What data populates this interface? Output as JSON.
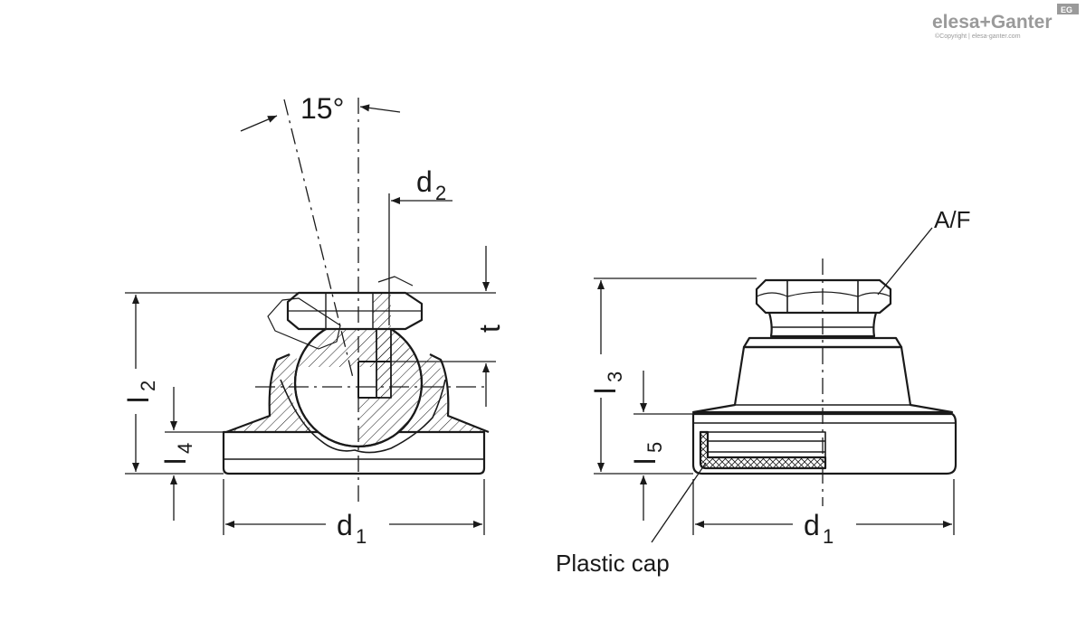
{
  "logo": {
    "brand": "elesa+Ganter",
    "badge": "EG",
    "copyright": "©Copyright | elesa-ganter.com"
  },
  "left_view": {
    "angle_label": "15°",
    "d2_main": "d",
    "d2_sub": "2",
    "t_label": "t",
    "l2_main": "l",
    "l2_sub": "2",
    "l4_main": "l",
    "l4_sub": "4",
    "d1_main": "d",
    "d1_sub": "1"
  },
  "right_view": {
    "af_label": "A/F",
    "l3_main": "l",
    "l3_sub": "3",
    "l5_main": "l",
    "l5_sub": "5",
    "d1_main": "d",
    "d1_sub": "1",
    "cap_label": "Plastic cap"
  },
  "colors": {
    "line": "#1a1a1a",
    "hatch": "#1a1a1a",
    "logo": "#9a9a9a"
  }
}
